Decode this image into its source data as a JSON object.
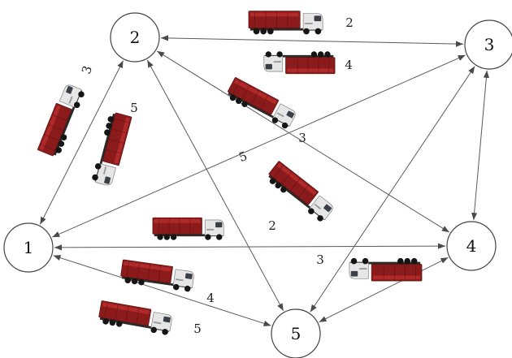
{
  "diagram": {
    "nodes": [
      {
        "id": "1",
        "label": "1"
      },
      {
        "id": "2",
        "label": "2"
      },
      {
        "id": "3",
        "label": "3"
      },
      {
        "id": "4",
        "label": "4"
      },
      {
        "id": "5",
        "label": "5"
      }
    ],
    "edges": [
      {
        "from": "2",
        "to": "3",
        "weight": "2"
      },
      {
        "from": "2",
        "to": "1",
        "weight": "3"
      },
      {
        "from": "2",
        "to": "4",
        "weight": "3"
      },
      {
        "from": "2",
        "to": "5",
        "weight": "5"
      },
      {
        "from": "3",
        "to": "1",
        "weight": "5"
      },
      {
        "from": "1",
        "to": "4",
        "weight": "2"
      },
      {
        "from": "3",
        "to": "5",
        "weight": "3"
      },
      {
        "from": "3",
        "to": "4",
        "weight": "4"
      },
      {
        "from": "1",
        "to": "5",
        "weight": "4"
      },
      {
        "from": "4",
        "to": "5",
        "weight": "5"
      }
    ],
    "edge_style": "bidirectional-arrows",
    "decoration_icon": "truck-icon"
  }
}
